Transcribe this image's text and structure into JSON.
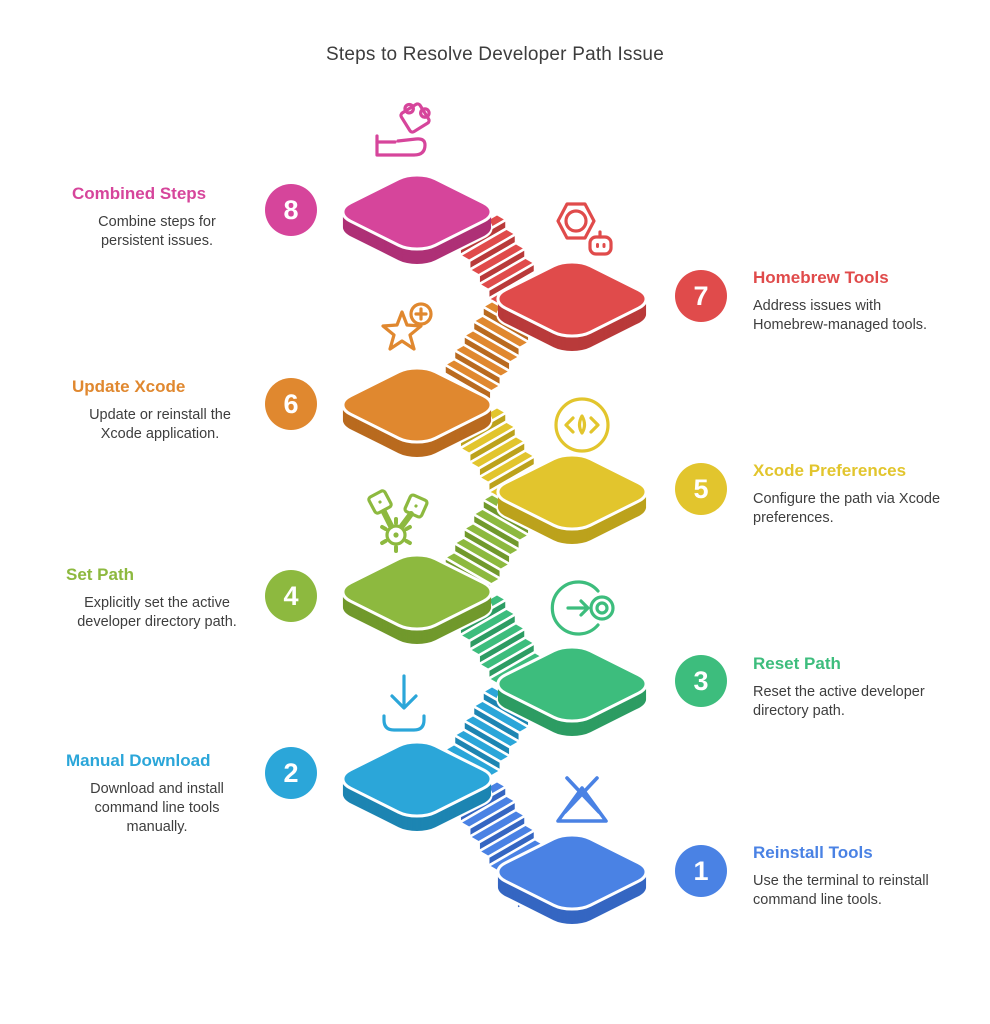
{
  "title": "Steps to Resolve Developer Path Issue",
  "colors": {
    "background": "#ffffff",
    "body_text": "#3e3e3e",
    "title_text": "#3d3d3d",
    "outline": "#ffffff"
  },
  "steps": [
    {
      "number": "1",
      "title": "Reinstall Tools",
      "description": "Use the terminal to reinstall command line tools.",
      "color": "#4A82E4",
      "dark": "#3566C2",
      "icon": "xcode-cross-triangle-icon",
      "side": "right"
    },
    {
      "number": "2",
      "title": "Manual Download",
      "description": "Download and install command line tools manually.",
      "color": "#2BA6D9",
      "dark": "#1D85B2",
      "icon": "download-tray-icon",
      "side": "left"
    },
    {
      "number": "3",
      "title": "Reset Path",
      "description": "Reset the active developer directory path.",
      "color": "#3DBD7D",
      "dark": "#2D9C63",
      "icon": "reset-arrow-target-icon",
      "side": "right"
    },
    {
      "number": "4",
      "title": "Set Path",
      "description": "Explicitly set the active developer directory path.",
      "color": "#8DB93F",
      "dark": "#71992C",
      "icon": "branch-gear-icon",
      "side": "left"
    },
    {
      "number": "5",
      "title": "Xcode Preferences",
      "description": "Configure the path via Xcode preferences.",
      "color": "#E2C52D",
      "dark": "#BCA21C",
      "icon": "code-circle-icon",
      "side": "right"
    },
    {
      "number": "6",
      "title": "Update Xcode",
      "description": "Update or reinstall the Xcode application.",
      "color": "#E0882F",
      "dark": "#B96A1F",
      "icon": "star-plus-icon",
      "side": "left"
    },
    {
      "number": "7",
      "title": "Homebrew Tools",
      "description": "Address issues with Homebrew-managed tools.",
      "color": "#E04B4B",
      "dark": "#B93A3A",
      "icon": "hexagon-nut-bot-icon",
      "side": "right"
    },
    {
      "number": "8",
      "title": "Combined Steps",
      "description": "Combine steps for persistent issues.",
      "color": "#D6459B",
      "dark": "#AE3076",
      "icon": "hand-puzzle-icon",
      "side": "left"
    }
  ]
}
